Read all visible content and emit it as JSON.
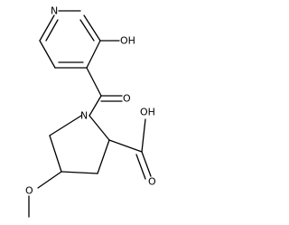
{
  "molecule": {
    "atoms": {
      "ring_nitrogen": "N",
      "hydroxy": "OH",
      "carbonyl_oxygen": "O",
      "pyrrolidine_nitrogen": "N",
      "acid": "OH",
      "acid_oxygen": "O",
      "methoxy_oxygen": "O"
    }
  }
}
